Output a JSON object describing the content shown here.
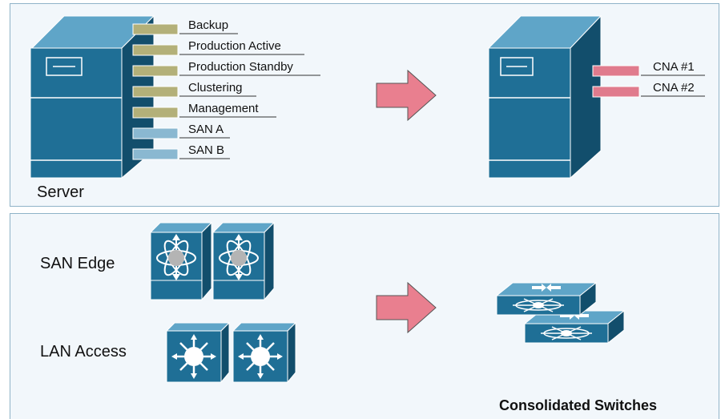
{
  "top_panel": {
    "server_caption": "Server",
    "nic_labels": [
      "Backup",
      "Production Active",
      "Production Standby",
      "Clustering",
      "Management",
      "SAN A",
      "SAN B"
    ],
    "cna_labels": [
      "CNA #1",
      "CNA #2"
    ]
  },
  "bottom_panel": {
    "san_edge_label": "SAN Edge",
    "lan_access_label": "LAN Access",
    "consolidated_label": "Consolidated Switches"
  },
  "colors": {
    "server_blue": "#1f6f96",
    "lan_adapter": "#b3b079",
    "san_adapter": "#8ab8d1",
    "cna_adapter": "#e07b8d",
    "arrow": "#e97f8f"
  }
}
